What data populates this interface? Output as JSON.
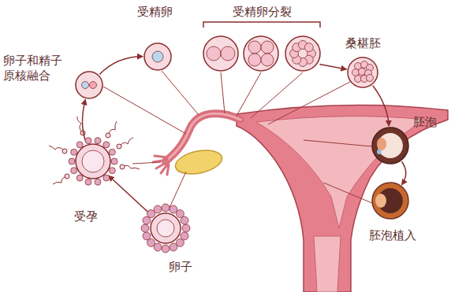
{
  "diagram": {
    "nodes": [
      {
        "text": [
          "受精卵"
        ]
      },
      {
        "text": [
          "受精卵分裂"
        ]
      },
      {
        "text": [
          "桑椹胚"
        ]
      },
      {
        "text": [
          "卵子和精子原核融合"
        ]
      },
      {
        "text": [
          "胚泡"
        ]
      },
      {
        "text": [
          "胚泡植入"
        ]
      },
      {
        "text": [
          "受孕"
        ]
      },
      {
        "text": [
          "卵子"
        ]
      }
    ],
    "edges": [
      {
        "from": 7,
        "to": 6,
        "arrow": "to"
      },
      {
        "from": 6,
        "to": 3,
        "arrow": "to"
      },
      {
        "from": 3,
        "to": 0,
        "arrow": "to"
      },
      {
        "from": 1,
        "to": 2,
        "arrow": "to"
      },
      {
        "from": 2,
        "to": 4,
        "arrow": "to"
      },
      {
        "from": 4,
        "to": 5,
        "arrow": "to"
      }
    ]
  }
}
